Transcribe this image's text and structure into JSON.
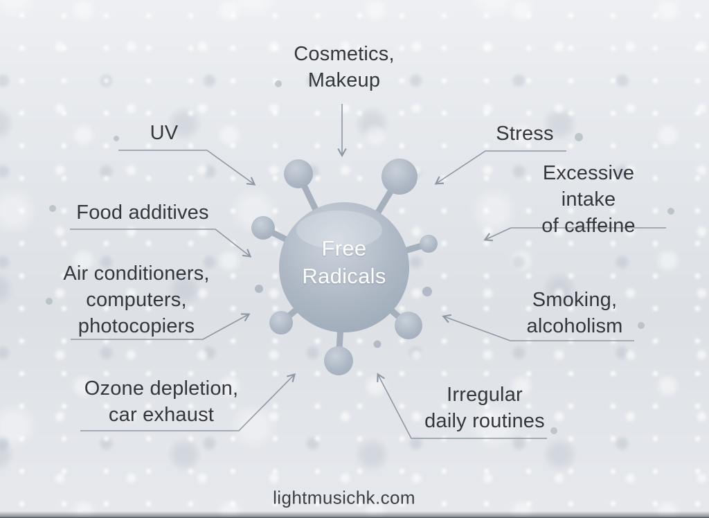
{
  "diagram": {
    "title_center": "Free\nRadicals",
    "causes": [
      {
        "id": "cosmetics",
        "label": "Cosmetics,\nMakeup"
      },
      {
        "id": "uv",
        "label": "UV"
      },
      {
        "id": "stress",
        "label": "Stress"
      },
      {
        "id": "caffeine",
        "label": "Excessive intake\nof caffeine"
      },
      {
        "id": "food-additives",
        "label": "Food additives"
      },
      {
        "id": "air-conditioners",
        "label": "Air conditioners,\ncomputers,\nphotocopiers"
      },
      {
        "id": "smoking",
        "label": "Smoking,\nalcoholism"
      },
      {
        "id": "ozone",
        "label": "Ozone depletion,\ncar exhaust"
      },
      {
        "id": "irregular",
        "label": "Irregular\ndaily routines"
      }
    ],
    "watermark": "lightmusichk.com",
    "colors": {
      "molecule": "#aeb8c5",
      "arrow": "#8d98a4",
      "text": "#33373c",
      "center_text": "#ffffff",
      "background": "#e6e9ed"
    }
  }
}
